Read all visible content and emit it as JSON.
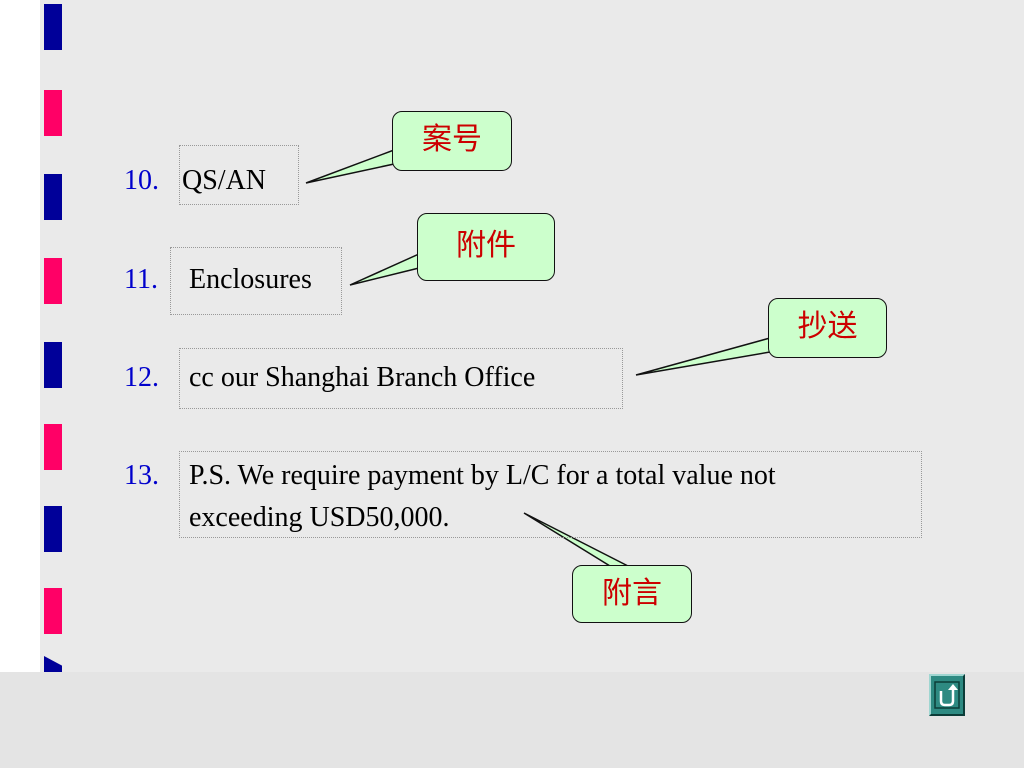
{
  "colors": {
    "number": "#0000cc",
    "callout_fill": "#ccffcc",
    "callout_text": "#cc0000",
    "stripe_blue": "#000099",
    "stripe_pink": "#ff0066",
    "button": "#2e8a82"
  },
  "items": [
    {
      "number": "10.",
      "text": "QS/AN",
      "callout": "案号"
    },
    {
      "number": "11.",
      "text": "Enclosures",
      "callout": "附件"
    },
    {
      "number": "12.",
      "text": "cc our Shanghai Branch Office",
      "callout": "抄送"
    },
    {
      "number": "13.",
      "text_line1": "P.S. We require payment by L/C for a total value not",
      "text_line2": "exceeding USD50,000.",
      "callout": "附言"
    }
  ],
  "nav": {
    "return_icon": "return-arrow-icon"
  }
}
